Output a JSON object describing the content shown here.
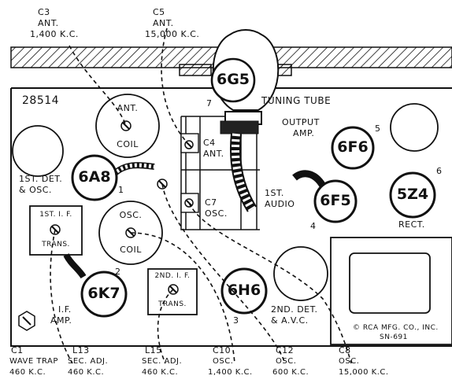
{
  "top_labels": {
    "c3": {
      "id": "C3",
      "type": "ANT.",
      "freq": "1,400 K.C."
    },
    "c5": {
      "id": "C5",
      "type": "ANT.",
      "freq": "15,000 K.C."
    }
  },
  "chassis_number": "28514",
  "tuning_tube": {
    "tube": "6G5",
    "socket": "7",
    "label": "TUNING TUBE"
  },
  "components": {
    "ant_coil": {
      "line1": "ANT.",
      "line2": "COIL"
    },
    "osc_coil": {
      "line1": "OSC.",
      "line2": "COIL"
    },
    "if1": {
      "line1": "1ST. I. F.",
      "line2": "TRANS."
    },
    "if2": {
      "line1": "2ND. I. F.",
      "line2": "TRANS."
    },
    "c4": {
      "id": "C4",
      "type": "ANT."
    },
    "c7": {
      "id": "C7",
      "type": "OSC."
    }
  },
  "tubes": {
    "6a8": {
      "name": "6A8",
      "socket": "1",
      "label1": "1ST. DET.",
      "label2": "& OSC."
    },
    "6k7": {
      "name": "6K7",
      "socket": "2",
      "label1": "I.F.",
      "label2": "AMP."
    },
    "6h6": {
      "name": "6H6",
      "socket": "3",
      "label1": "2ND. DET.",
      "label2": "& A.V.C."
    },
    "6f5": {
      "name": "6F5",
      "socket": "4",
      "label1": "1ST.",
      "label2": "AUDIO"
    },
    "6f6": {
      "name": "6F6",
      "socket": "5",
      "label1": "OUTPUT",
      "label2": "AMP."
    },
    "5z4": {
      "name": "5Z4",
      "socket": "6",
      "label1": "RECT."
    }
  },
  "copyright": {
    "line1": "© RCA MFG. CO., INC.",
    "line2": "SN-691"
  },
  "bottom_labels": {
    "c1": {
      "id": "C1",
      "l1": "WAVE TRAP",
      "l2": "460 K.C."
    },
    "l13": {
      "id": "L13",
      "l1": "SEC. ADJ.",
      "l2": "460 K.C."
    },
    "l15": {
      "id": "L15",
      "l1": "SEC. ADJ.",
      "l2": "460 K.C."
    },
    "c10": {
      "id": "C10",
      "l1": "OSC.",
      "l2": "1,400 K.C."
    },
    "c12": {
      "id": "C12",
      "l1": "OSC.",
      "l2": "600 K.C."
    },
    "c8": {
      "id": "C8",
      "l1": "OSC.",
      "l2": "15,000 K.C."
    }
  }
}
